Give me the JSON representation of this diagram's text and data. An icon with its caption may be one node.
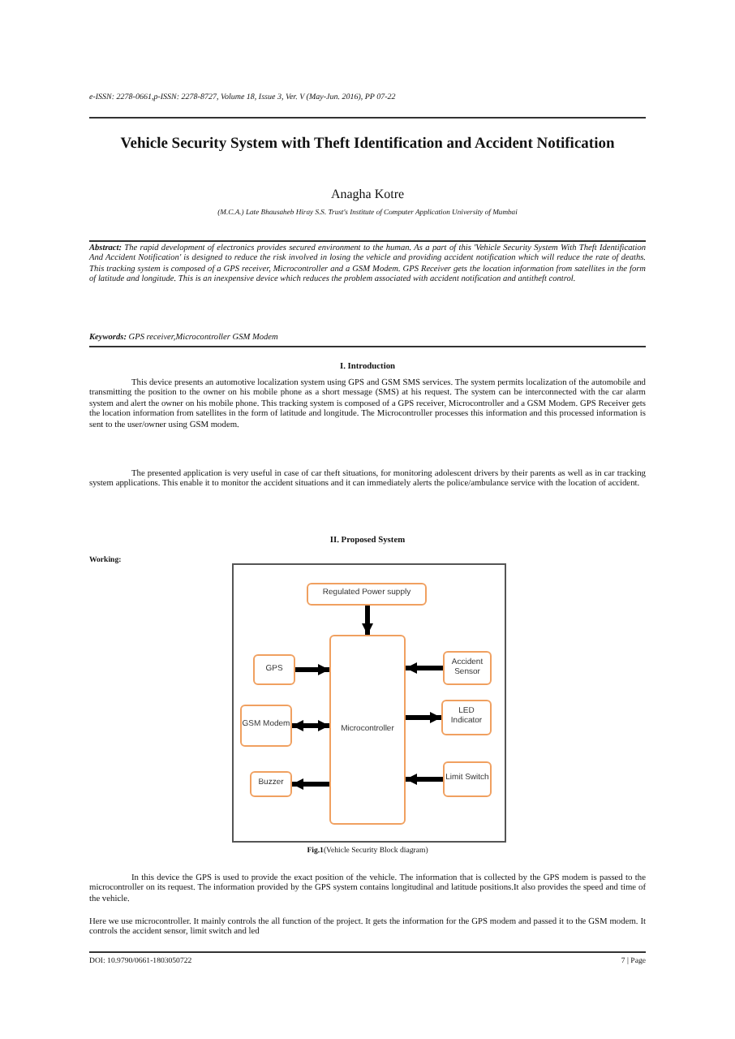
{
  "diagram": {
    "title": "Vehicle Security System with Theft Identification and Accident Notification",
    "caption": "**Fig.1**(Vehicle Security Block diagram)",
    "nodes": [
      {
        "text": [
          "Regulated Power supply"
        ]
      },
      {
        "text": [
          "Microcontroller"
        ]
      },
      {
        "text": [
          "GPS"
        ]
      },
      {
        "text": [
          "GSM Modem"
        ]
      },
      {
        "text": [
          "Buzzer"
        ]
      },
      {
        "text": [
          "Accident Sensor"
        ]
      },
      {
        "text": [
          "LED Indicator"
        ]
      },
      {
        "text": [
          "Limit Switch"
        ]
      }
    ],
    "edges": [
      {
        "from": 0,
        "to": 1,
        "arrow": "to"
      },
      {
        "from": 2,
        "to": 1,
        "arrow": "to"
      },
      {
        "from": 3,
        "to": 1,
        "arrow": "both"
      },
      {
        "from": 1,
        "to": 4,
        "arrow": "to"
      },
      {
        "from": 5,
        "to": 1,
        "arrow": "to"
      },
      {
        "from": 1,
        "to": 6,
        "arrow": "to"
      },
      {
        "from": 7,
        "to": 1,
        "arrow": "to"
      }
    ],
    "labels": [
      "e-ISSN: 2278-0661,p-ISSN: 2278-8727, Volume 18, Issue 3, Ver. V (May-Jun. 2016), PP 07-22",
      "Anagha Kotre",
      "(M.C.A.) Late Bhausaheb Hiray S.S. Trust's Institute of Computer Application University of Mumbai",
      "**Abstract:** The rapid development of electronics provides secured environment to the human. As a part of this 'Vehicle Security System With Theft Identification And Accident Notification' is designed to reduce the risk involved in losing the vehicle and providing accident notification which will reduce the rate of deaths. This tracking system is composed of a GPS receiver, Microcontroller and a GSM Modem. GPS Receiver gets the location information from satellites in the form of latitude and longitude. This is an inexpensive device which reduces the problem associated with accident notification and antitheft control.",
      "**Keywords:** GPS receiver,Microcontroller GSM Modem",
      "I. Introduction",
      "This device presents an automotive localization system using GPS and GSM SMS services. The system permits localization of the automobile and transmitting the position to the owner on his mobile phone as a short message (SMS) at his request. The system can be interconnected with the car alarm system and alert the owner on his mobile phone. This tracking system is composed of a GPS receiver, Microcontroller and a GSM Modem. GPS Receiver gets the location information from satellites in the form of latitude and longitude. The Microcontroller processes this information and this processed information is sent to the user/owner using GSM modem.",
      "The presented application is very useful in case of car theft situations, for monitoring adolescent drivers by their parents as well as in car tracking system applications. This enable it to monitor the accident situations and it can immediately alerts the police/ambulance service with the location of accident.",
      "II. Proposed System",
      "Working:",
      "In this device the GPS is used to provide the exact position of the vehicle. The information that is collected by the GPS modem is passed to the microcontroller on its request. The information provided by the GPS system contains longitudinal and latitude positions.It also provides the speed and time of the vehicle.",
      "Here we use microcontroller. It mainly controls the all function of the project. It gets the information for the GPS modem and passed it to the GSM modem. It controls the accident sensor, limit switch and led",
      "DOI: 10.9790/0661-1803050722",
      "7 | Page"
    ]
  }
}
